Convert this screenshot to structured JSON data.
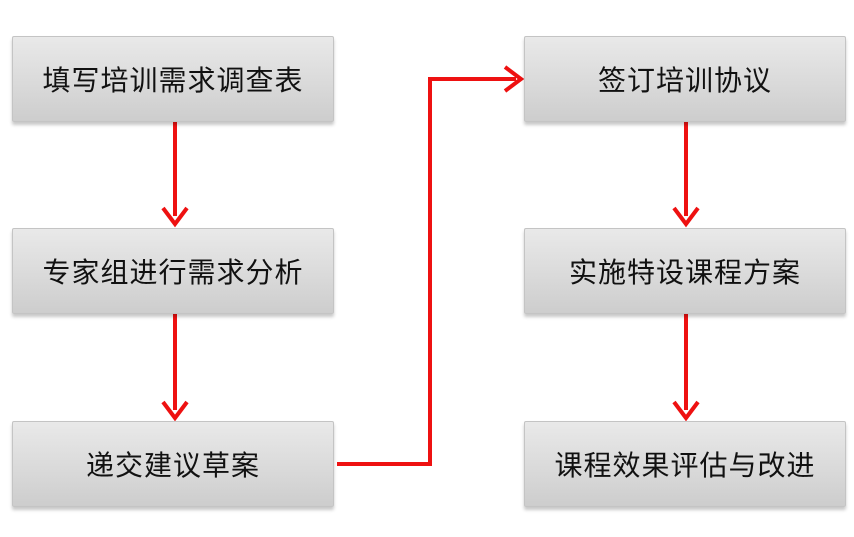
{
  "colors": {
    "arrow": "#ee1111",
    "box_fill": "#dadada",
    "text": "#111111"
  },
  "steps": [
    {
      "label": "填写培训需求调查表"
    },
    {
      "label": "专家组进行需求分析"
    },
    {
      "label": "递交建议草案"
    },
    {
      "label": "签订培训协议"
    },
    {
      "label": "实施特设课程方案"
    },
    {
      "label": "课程效果评估与改进"
    }
  ]
}
